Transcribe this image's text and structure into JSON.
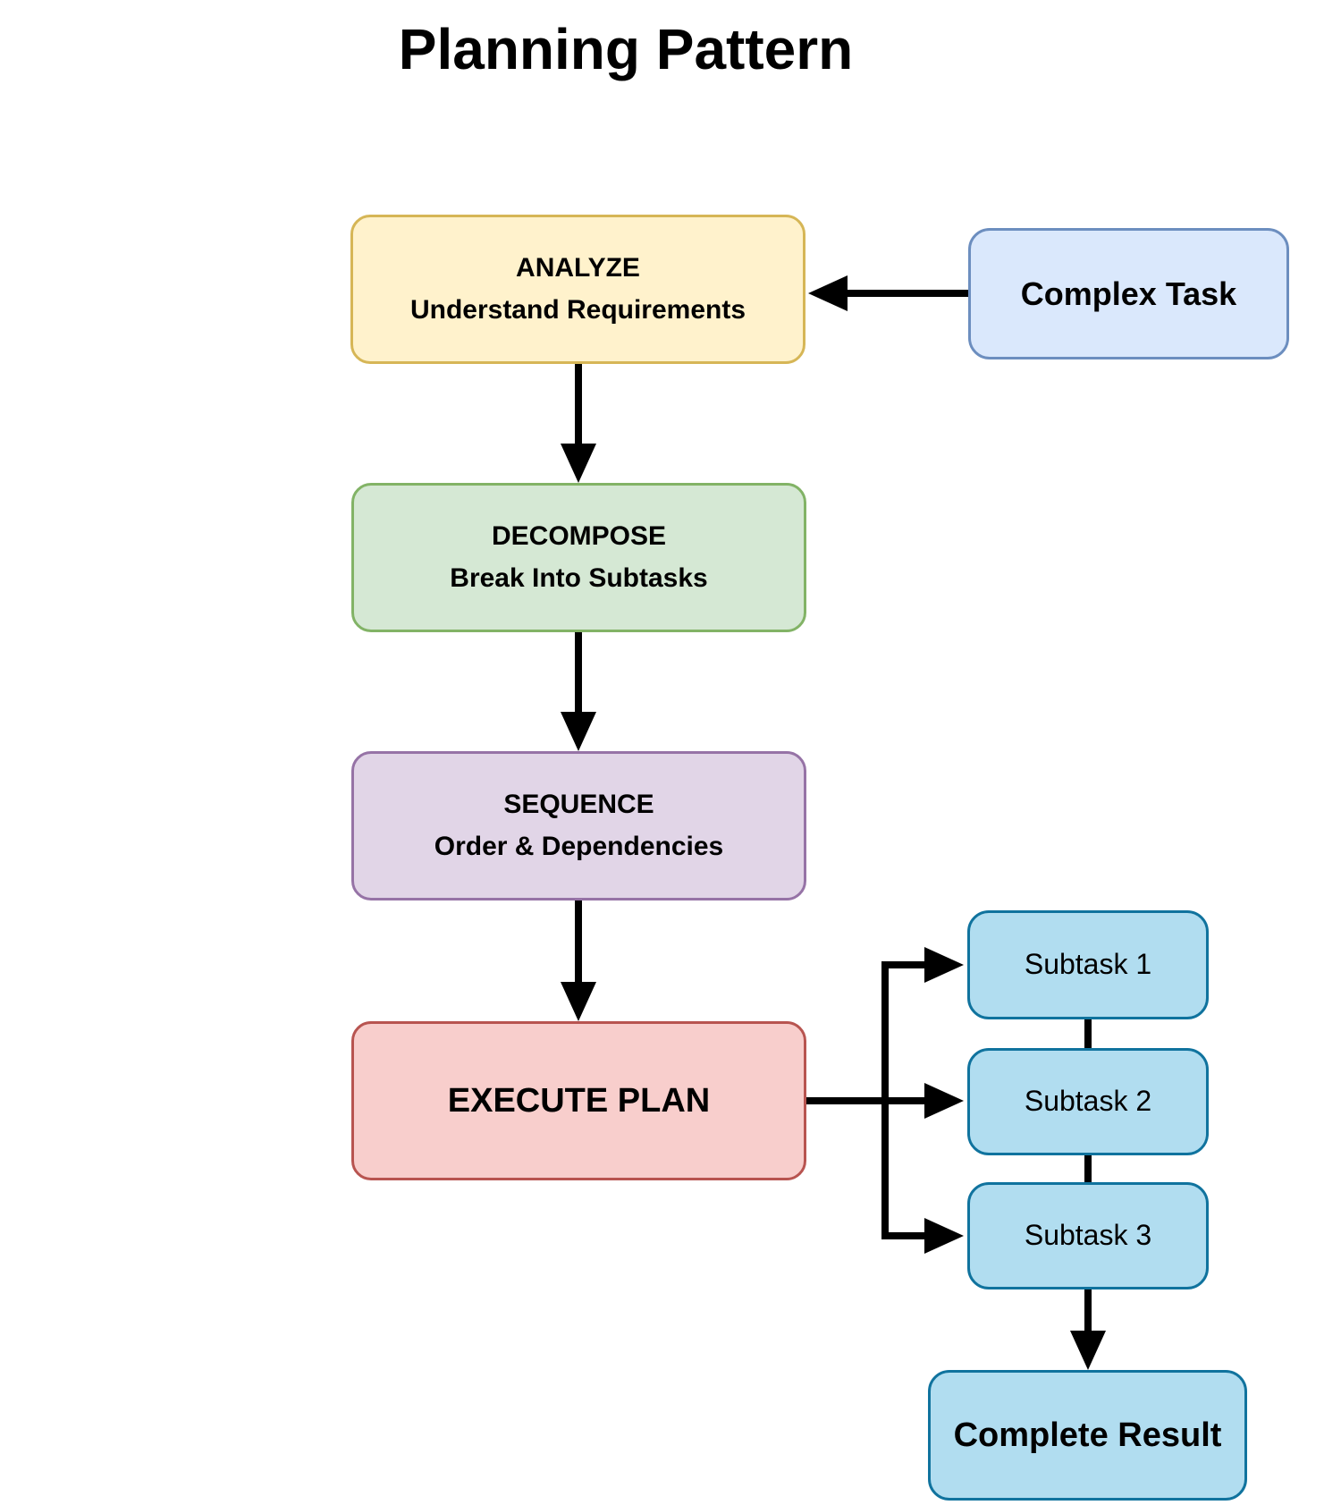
{
  "title": "Planning Pattern",
  "arrow_color": "#000000",
  "nodes": {
    "analyze": {
      "title": "ANALYZE",
      "subtitle": "Understand Requirements",
      "fill": "#FFF2CC",
      "stroke": "#D6B656"
    },
    "complex_task": {
      "label": "Complex Task",
      "fill": "#DAE8FC",
      "stroke": "#6C8EBF"
    },
    "decompose": {
      "title": "DECOMPOSE",
      "subtitle": "Break Into Subtasks",
      "fill": "#D5E8D4",
      "stroke": "#82B366"
    },
    "sequence": {
      "title": "SEQUENCE",
      "subtitle": "Order & Dependencies",
      "fill": "#E1D5E7",
      "stroke": "#9673A6"
    },
    "execute_plan": {
      "label": "EXECUTE PLAN",
      "fill": "#F8CECC",
      "stroke": "#B85450"
    },
    "subtask_1": {
      "label": "Subtask 1",
      "fill": "#B1DDF0",
      "stroke": "#10739E"
    },
    "subtask_2": {
      "label": "Subtask 2",
      "fill": "#B1DDF0",
      "stroke": "#10739E"
    },
    "subtask_3": {
      "label": "Subtask 3",
      "fill": "#B1DDF0",
      "stroke": "#10739E"
    },
    "complete_result": {
      "label": "Complete Result",
      "fill": "#B1DDF0",
      "stroke": "#10739E"
    }
  },
  "edges": [
    {
      "from": "complex_task",
      "to": "analyze",
      "arrow": true
    },
    {
      "from": "analyze",
      "to": "decompose",
      "arrow": true
    },
    {
      "from": "decompose",
      "to": "sequence",
      "arrow": true
    },
    {
      "from": "sequence",
      "to": "execute_plan",
      "arrow": true
    },
    {
      "from": "execute_plan",
      "to": "subtask_1",
      "arrow": true
    },
    {
      "from": "execute_plan",
      "to": "subtask_2",
      "arrow": true
    },
    {
      "from": "execute_plan",
      "to": "subtask_3",
      "arrow": true
    },
    {
      "from": "subtask_1",
      "to": "subtask_2",
      "arrow": false
    },
    {
      "from": "subtask_2",
      "to": "subtask_3",
      "arrow": false
    },
    {
      "from": "subtask_3",
      "to": "complete_result",
      "arrow": true
    }
  ]
}
